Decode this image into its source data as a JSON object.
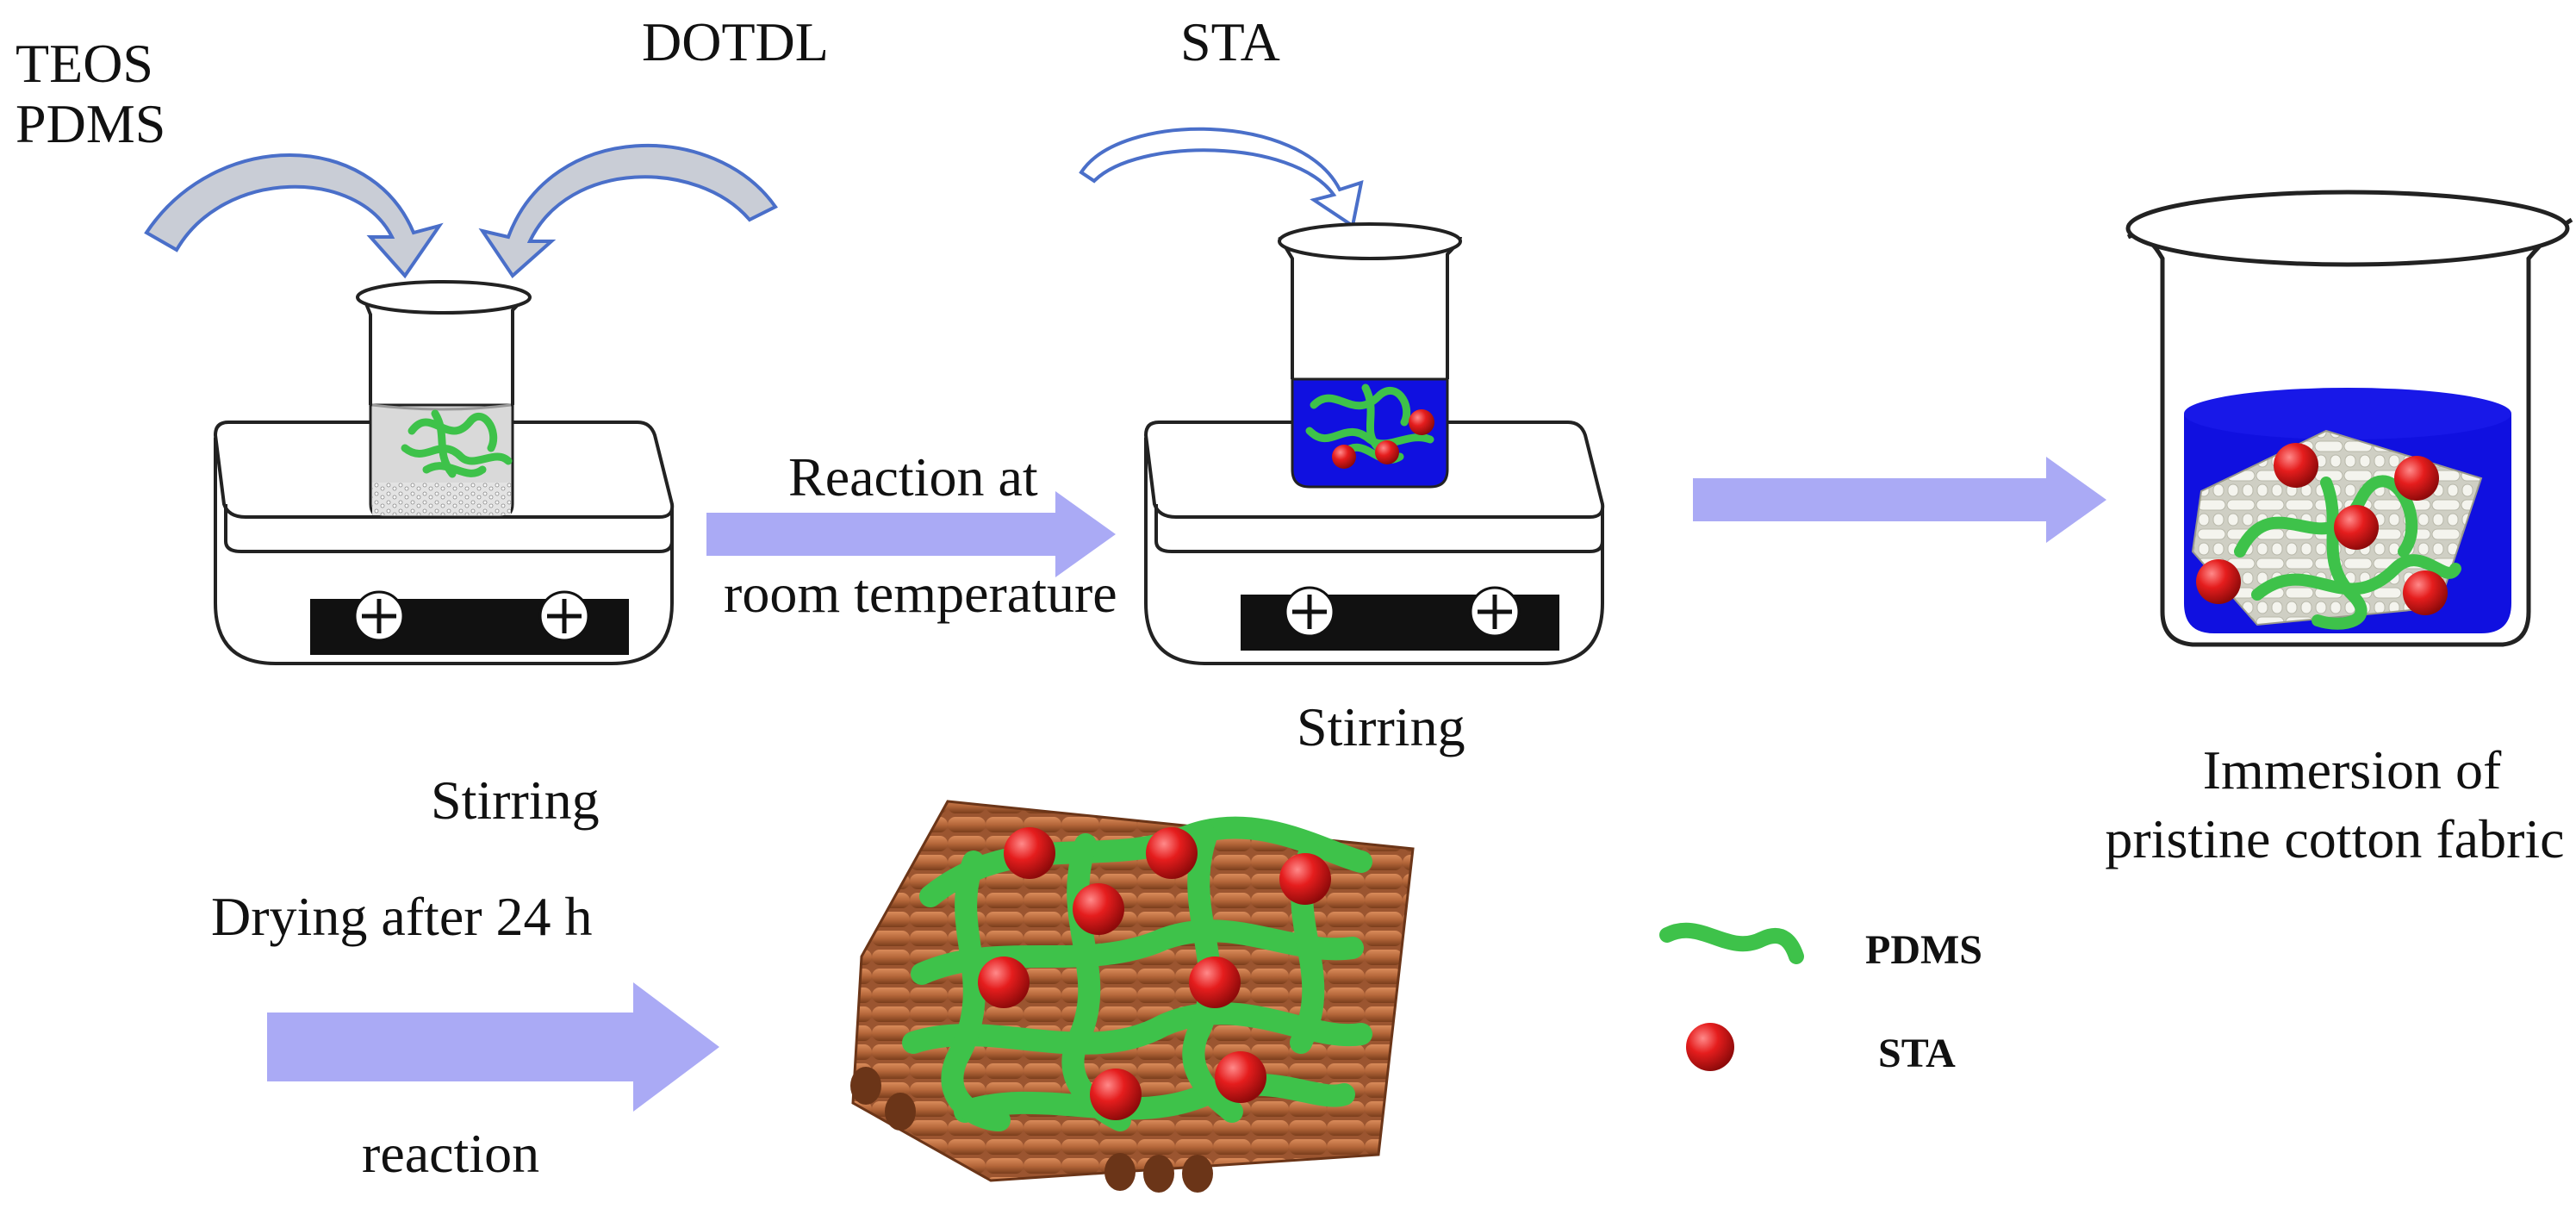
{
  "labels": {
    "teos": "TEOS",
    "pdms_reagent": "PDMS",
    "dotdl": "DOTDL",
    "sta_reagent": "STA",
    "stirring_1": "Stirring",
    "reaction_line1": "Reaction at",
    "reaction_line2": "room temperature",
    "stirring_2": "Stirring",
    "immersion_line1": "Immersion of",
    "immersion_line2": "pristine cotton fabric",
    "drying_line1": "Drying after 24 h",
    "drying_line2": "reaction"
  },
  "legend": {
    "pdms": "PDMS",
    "sta": "STA"
  },
  "colors": {
    "arrow_fill": "#aaaaf5",
    "solution_blue": "#1010e0",
    "pdms_green": "#3ec24a",
    "sta_red": "#e01818",
    "fabric_brown": "#b5673a",
    "curved_arrow_fill": "#c9cdd6",
    "curved_arrow_stroke": "#4a6fc9"
  }
}
